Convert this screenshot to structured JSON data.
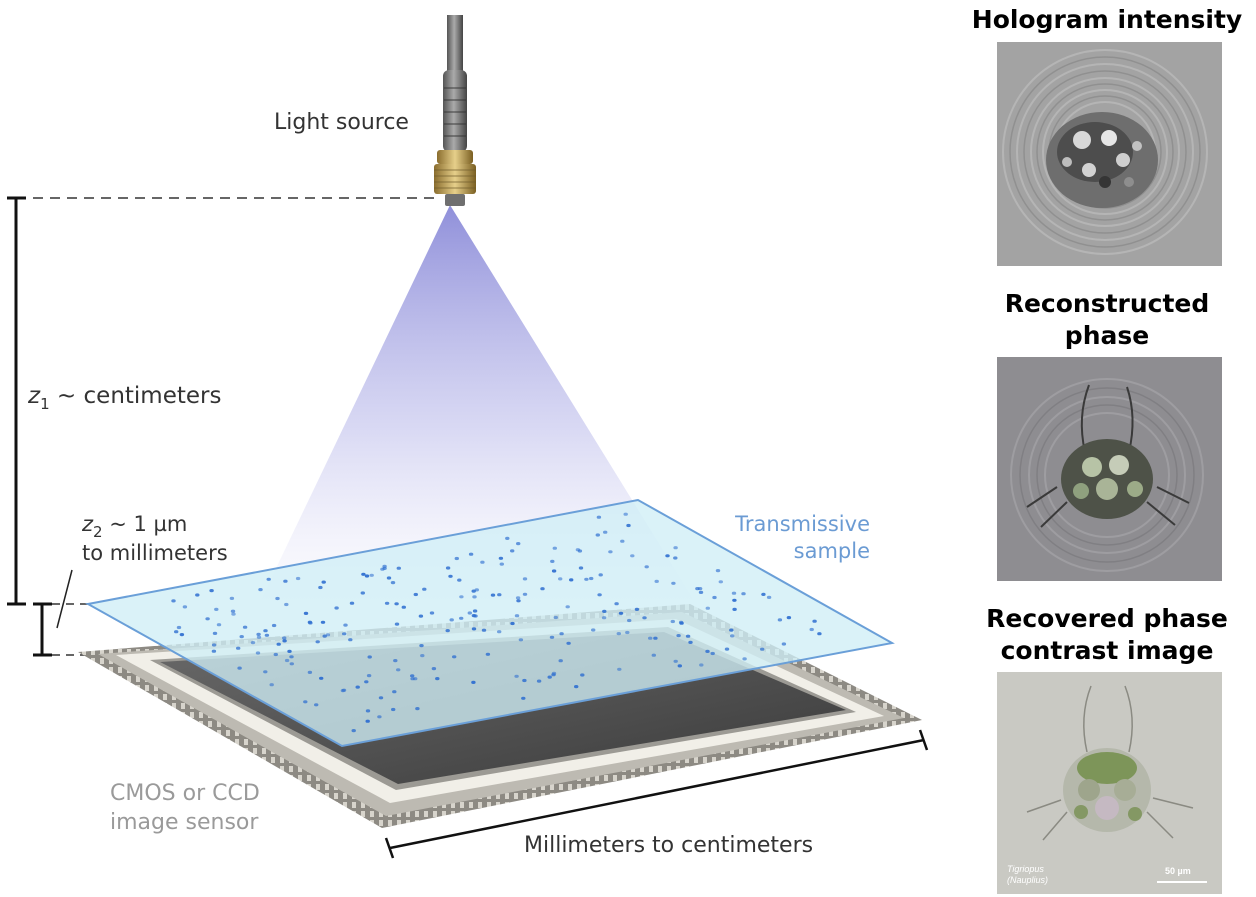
{
  "diagram": {
    "light_source": "Light source",
    "z1_var": "z",
    "z1_sub": "1",
    "z1_rest": " ~ centimeters",
    "z2_var": "z",
    "z2_sub": "2",
    "z2_rest": " ~ 1 µm",
    "z2_line2": "to millimeters",
    "sample_line1": "Transmissive",
    "sample_line2": "sample",
    "sensor_line1": "CMOS or CCD",
    "sensor_line2": "image sensor",
    "sensor_width": "Millimeters to centimeters"
  },
  "panels": [
    {
      "title": "Hologram intensity"
    },
    {
      "title_line1": "Reconstructed phase",
      "title_line2": "contrast image"
    },
    {
      "title_line1": "Recovered phase",
      "title_line2": "contrast image",
      "specimen_line1": "Tigriopus",
      "specimen_line2": "(Nauplius)",
      "scale": "50 µm"
    }
  ],
  "colors": {
    "sample_fill": "#cfeef6",
    "sample_edge": "#6a9fd8",
    "particle": "#2f6fd0",
    "light_cone": "#8c8cd8",
    "sensor_dark": "#4a4a4a",
    "sensor_frame": "#b9b6ae",
    "label_blue": "#6b9bd3",
    "label_gray": "#9a9a9a"
  }
}
